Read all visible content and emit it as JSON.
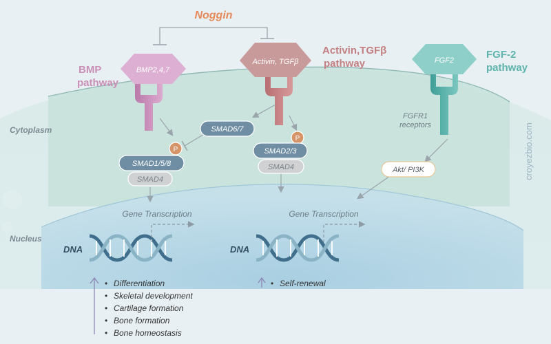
{
  "inhibitor": {
    "label": "Noggin"
  },
  "pathways": {
    "bmp": {
      "ligand": "BMP2,4,7",
      "name_line1": "BMP",
      "name_line2": "pathway"
    },
    "activin": {
      "ligand": "Activin, TGFβ",
      "name_line1": "Activin,TGFβ",
      "name_line2": "pathway"
    },
    "fgf": {
      "ligand": "FGF2",
      "name_line1": "FGF-2",
      "name_line2": "pathway",
      "receptor_line1": "FGFR1",
      "receptor_line2": "receptors"
    }
  },
  "regions": {
    "cytoplasm": "Cytoplasm",
    "nucleus": "Nucleus"
  },
  "signaling": {
    "smad67": "SMAD6/7",
    "smad158": "SMAD1/5/8",
    "smad23": "SMAD2/3",
    "smad4_left": "SMAD4",
    "smad4_right": "SMAD4",
    "phospho_left": "P",
    "phospho_right": "P",
    "akt": "Akt/ PI3K"
  },
  "transcription": {
    "left": "Gene Transcription",
    "right": "Gene Transcription"
  },
  "dna": {
    "left": "DNA",
    "right": "DNA"
  },
  "outcomes": {
    "bmp": [
      "Differentiation",
      "Skeletal development",
      "Cartilage formation",
      "Bone formation",
      "Bone homeostasis"
    ],
    "self_renewal": [
      "Self-renewal"
    ]
  },
  "watermark": "croyezbio.com",
  "colors": {
    "bmp": "#c98fb6",
    "activin": "#c47f80",
    "fgf": "#5fb3ad",
    "smad_fill": "#6f8ea3",
    "phospho": "#d69569",
    "noggin": "#e68a5c",
    "dna_dark": "#3f6f8c",
    "dna_light": "#8ab3c6"
  }
}
